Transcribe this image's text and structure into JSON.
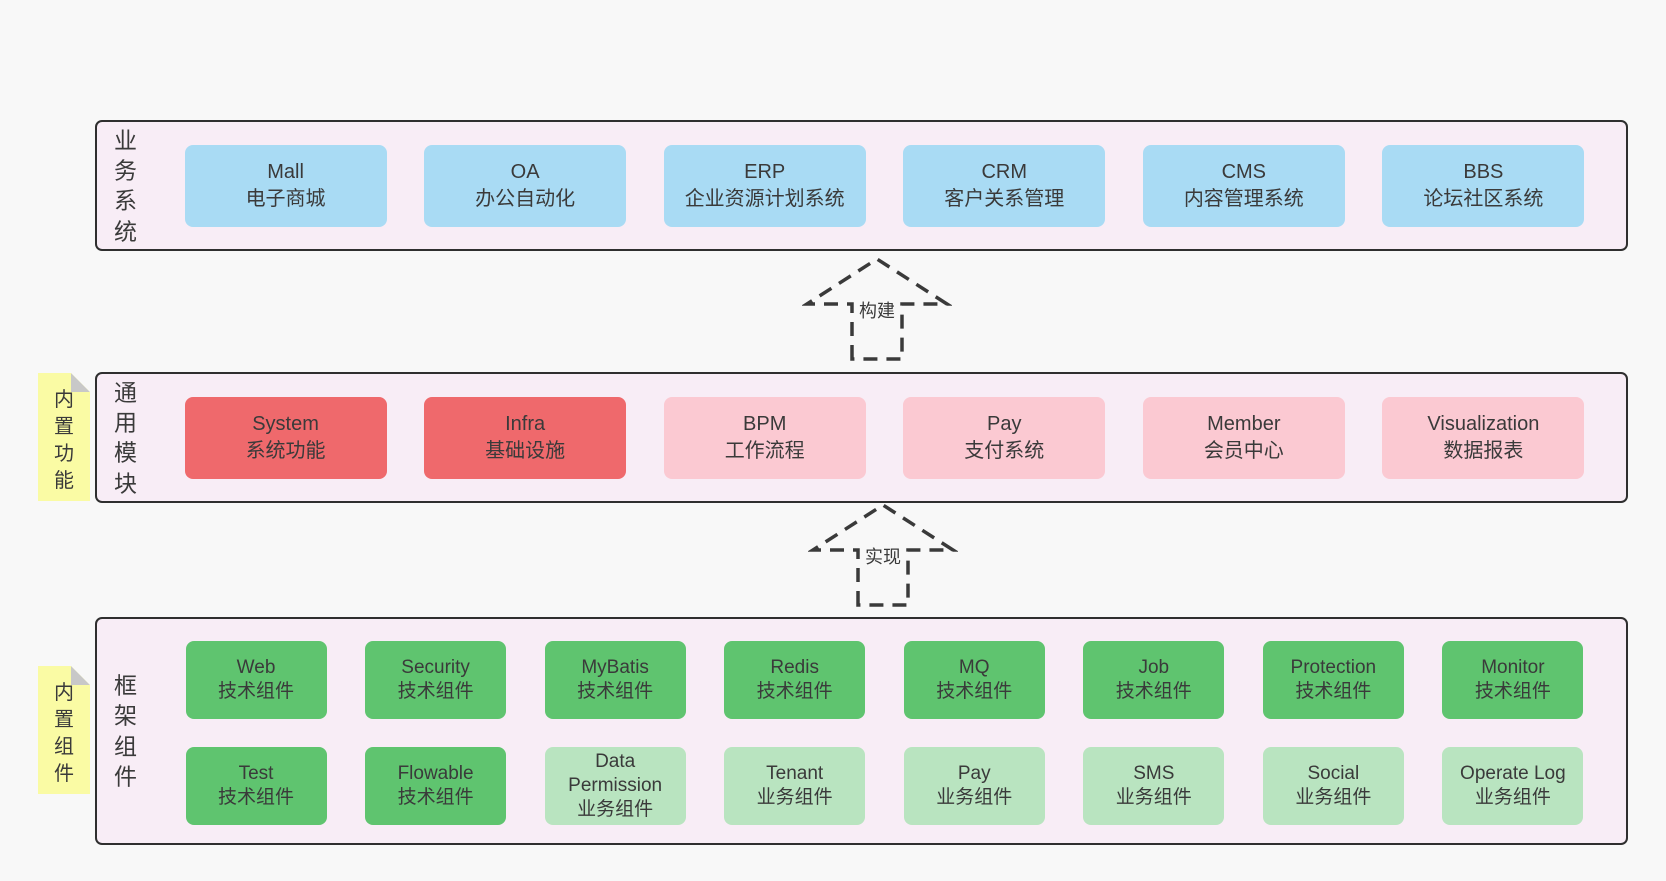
{
  "colors": {
    "page_bg": "#f8f8f8",
    "container_bg": "#f8edf6",
    "container_border": "#2f2f2f",
    "blue": "#a9dbf4",
    "red": "#ef696c",
    "pink": "#fbc9d2",
    "green_dark": "#5fc46f",
    "green_light": "#b9e4c0",
    "sticky_yellow": "#fafba4",
    "sticky_fold": "#c8c8c8",
    "text": "#3a3a3a"
  },
  "layers": {
    "business": {
      "label": "业务系统",
      "boxes": [
        {
          "title": "Mall",
          "subtitle": "电子商城",
          "variant": "blue"
        },
        {
          "title": "OA",
          "subtitle": "办公自动化",
          "variant": "blue"
        },
        {
          "title": "ERP",
          "subtitle": "企业资源计划系统",
          "variant": "blue"
        },
        {
          "title": "CRM",
          "subtitle": "客户关系管理",
          "variant": "blue"
        },
        {
          "title": "CMS",
          "subtitle": "内容管理系统",
          "variant": "blue"
        },
        {
          "title": "BBS",
          "subtitle": "论坛社区系统",
          "variant": "blue"
        }
      ]
    },
    "modules": {
      "label": "通用模块",
      "sticky": "内置功能",
      "boxes": [
        {
          "title": "System",
          "subtitle": "系统功能",
          "variant": "red"
        },
        {
          "title": "Infra",
          "subtitle": "基础设施",
          "variant": "red"
        },
        {
          "title": "BPM",
          "subtitle": "工作流程",
          "variant": "pink"
        },
        {
          "title": "Pay",
          "subtitle": "支付系统",
          "variant": "pink"
        },
        {
          "title": "Member",
          "subtitle": "会员中心",
          "variant": "pink"
        },
        {
          "title": "Visualization",
          "subtitle": "数据报表",
          "variant": "pink"
        }
      ]
    },
    "components": {
      "label": "框架组件",
      "sticky": "内置组件",
      "row1": [
        {
          "title": "Web",
          "subtitle": "技术组件",
          "variant": "green-dark"
        },
        {
          "title": "Security",
          "subtitle": "技术组件",
          "variant": "green-dark"
        },
        {
          "title": "MyBatis",
          "subtitle": "技术组件",
          "variant": "green-dark"
        },
        {
          "title": "Redis",
          "subtitle": "技术组件",
          "variant": "green-dark"
        },
        {
          "title": "MQ",
          "subtitle": "技术组件",
          "variant": "green-dark"
        },
        {
          "title": "Job",
          "subtitle": "技术组件",
          "variant": "green-dark"
        },
        {
          "title": "Protection",
          "subtitle": "技术组件",
          "variant": "green-dark"
        },
        {
          "title": "Monitor",
          "subtitle": "技术组件",
          "variant": "green-dark"
        }
      ],
      "row2": [
        {
          "title": "Test",
          "subtitle": "技术组件",
          "variant": "green-dark"
        },
        {
          "title": "Flowable",
          "subtitle": "技术组件",
          "variant": "green-dark"
        },
        {
          "title": "Data Permission",
          "subtitle": "业务组件",
          "variant": "green-light"
        },
        {
          "title": "Tenant",
          "subtitle": "业务组件",
          "variant": "green-light"
        },
        {
          "title": "Pay",
          "subtitle": "业务组件",
          "variant": "green-light"
        },
        {
          "title": "SMS",
          "subtitle": "业务组件",
          "variant": "green-light"
        },
        {
          "title": "Social",
          "subtitle": "业务组件",
          "variant": "green-light"
        },
        {
          "title": "Operate Log",
          "subtitle": "业务组件",
          "variant": "green-light"
        }
      ]
    }
  },
  "arrows": [
    {
      "label": "构建"
    },
    {
      "label": "实现"
    }
  ]
}
